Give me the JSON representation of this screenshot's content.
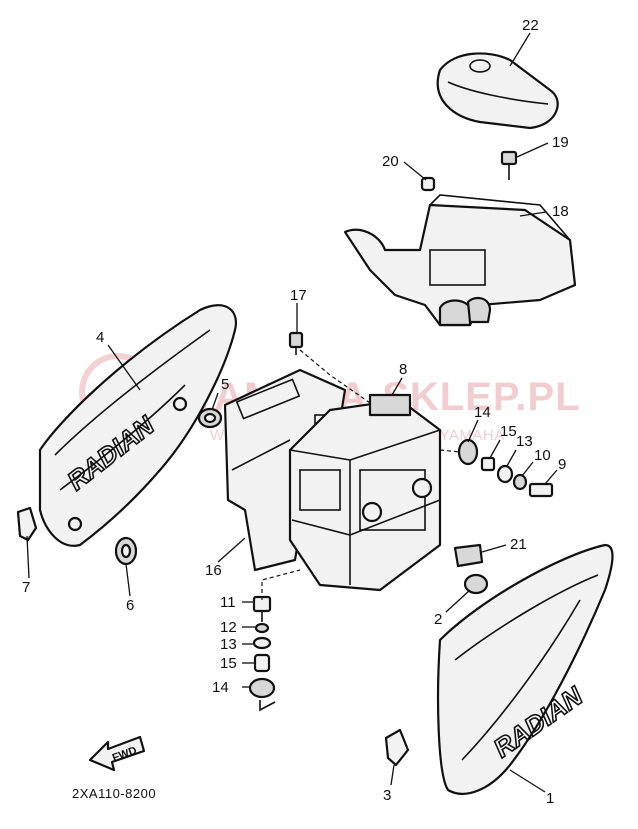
{
  "diagram": {
    "drawing_code": "2XA110-8200",
    "fwd_label": "FWD",
    "badge_text": "RADIAN",
    "watermark": {
      "text": "YAMAHA-SKLEP.PL",
      "subtext": "WE ELECTRONIC PARTS FOR YAMAHA"
    },
    "callouts": [
      "22",
      "19",
      "20",
      "18",
      "17",
      "4",
      "5",
      "8",
      "14",
      "15",
      "13",
      "10",
      "9",
      "7",
      "6",
      "16",
      "21",
      "2",
      "11",
      "12",
      "13",
      "15",
      "14",
      "3",
      "1"
    ]
  },
  "colors": {
    "line": "#111111",
    "watermark": "#e9a5aa"
  }
}
